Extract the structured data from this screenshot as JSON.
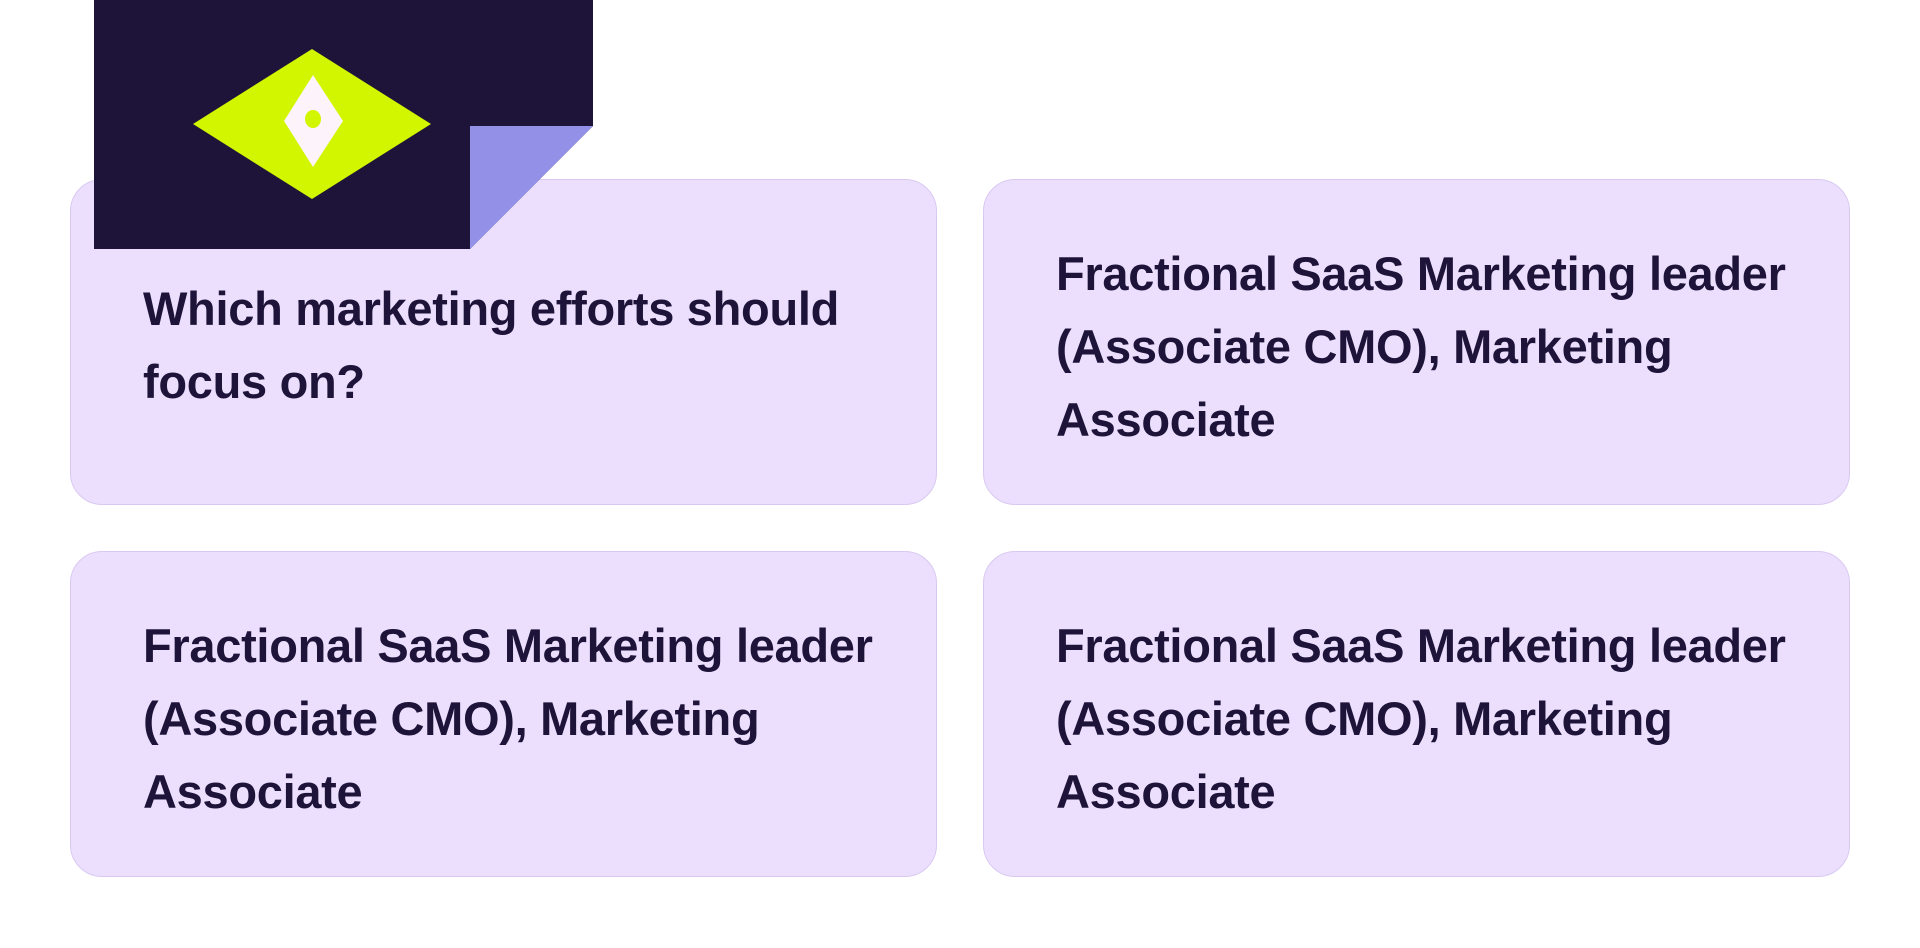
{
  "colors": {
    "card_bg": "#ecdffd",
    "text": "#1e1439",
    "logo_dark": "#1e1439",
    "logo_lime": "#d2f500",
    "logo_fold": "#9390e8"
  },
  "logo": {
    "icon": "diamond-logo-icon"
  },
  "cards": [
    {
      "text": "Which marketing efforts should focus on?"
    },
    {
      "text": "Fractional SaaS Marketing leader (Associate CMO), Marketing Associate"
    },
    {
      "text": "Fractional SaaS Marketing leader (Associate CMO), Marketing Associate"
    },
    {
      "text": "Fractional SaaS Marketing leader (Associate CMO), Marketing Associate"
    }
  ]
}
